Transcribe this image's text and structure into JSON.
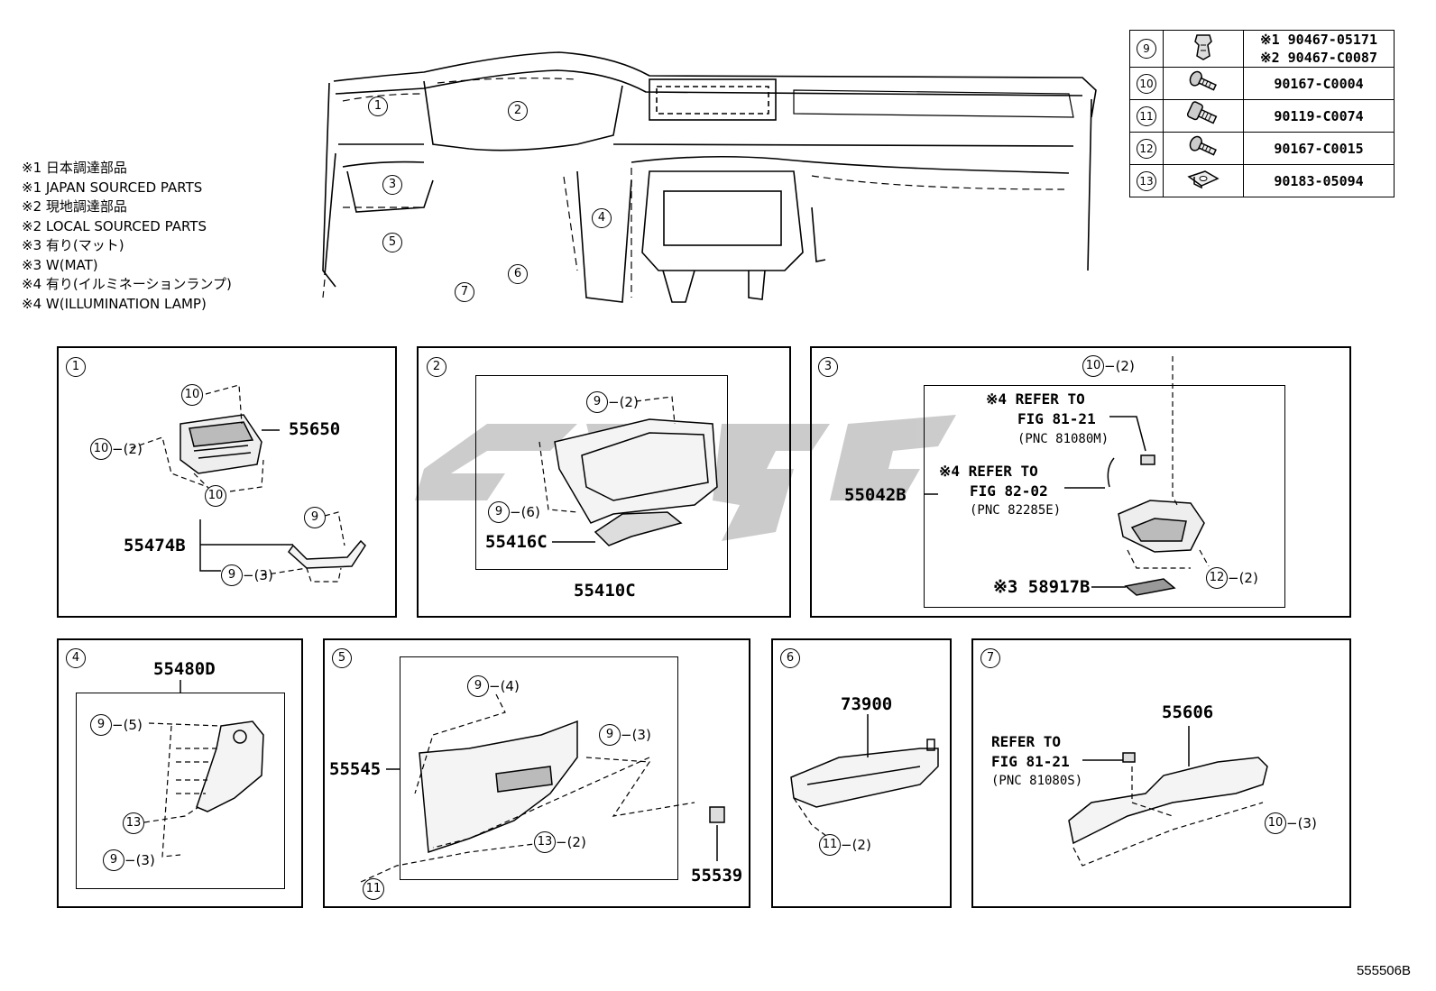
{
  "legend": [
    "※1 日本調達部品",
    "※1 JAPAN SOURCED PARTS",
    "※2 現地調達部品",
    "※2 LOCAL SOURCED PARTS",
    "※3 有り(マット)",
    "※3 W(MAT)",
    "※4 有り(イルミネーションランプ)",
    "※4 W(ILLUMINATION LAMP)"
  ],
  "fasteners": [
    {
      "num": "9",
      "icon": "clip-icon",
      "parts": [
        "※1 90467-05171",
        "※2 90467-C0087"
      ]
    },
    {
      "num": "10",
      "icon": "screw-icon",
      "parts": [
        "90167-C0004"
      ]
    },
    {
      "num": "11",
      "icon": "bolt-icon",
      "parts": [
        "90119-C0074"
      ]
    },
    {
      "num": "12",
      "icon": "screw-icon",
      "parts": [
        "90167-C0015"
      ]
    },
    {
      "num": "13",
      "icon": "nut-icon",
      "parts": [
        "90183-05094"
      ]
    }
  ],
  "overview_callouts": [
    "1",
    "2",
    "3",
    "4",
    "5",
    "6",
    "7"
  ],
  "panels": {
    "p1": {
      "num": "1",
      "part_a": "55650",
      "part_b": "55474B",
      "callouts": [
        {
          "num": "10",
          "suffix": ""
        },
        {
          "num": "10",
          "suffix": "−(2)"
        },
        {
          "num": "10",
          "suffix": ""
        },
        {
          "num": "9",
          "suffix": ""
        },
        {
          "num": "9",
          "suffix": "−(3)"
        }
      ]
    },
    "p2": {
      "num": "2",
      "part_a": "55416C",
      "part_b": "55410C",
      "callouts": [
        {
          "num": "9",
          "suffix": "−(2)"
        },
        {
          "num": "9",
          "suffix": "−(6)"
        }
      ]
    },
    "p3": {
      "num": "3",
      "part_a": "55042B",
      "part_b": "※3 58917B",
      "ref1": [
        "※4 REFER TO",
        "FIG 81-21",
        "(PNC 81080M)"
      ],
      "ref2": [
        "※4 REFER TO",
        "FIG 82-02",
        "(PNC 82285E)"
      ],
      "callouts": [
        {
          "num": "10",
          "suffix": "−(2)"
        },
        {
          "num": "12",
          "suffix": "−(2)"
        }
      ]
    },
    "p4": {
      "num": "4",
      "part_a": "55480D",
      "callouts": [
        {
          "num": "9",
          "suffix": "−(5)"
        },
        {
          "num": "13",
          "suffix": ""
        },
        {
          "num": "9",
          "suffix": "−(3)"
        }
      ]
    },
    "p5": {
      "num": "5",
      "part_a": "55545",
      "part_b": "55539",
      "callouts": [
        {
          "num": "9",
          "suffix": "−(4)"
        },
        {
          "num": "9",
          "suffix": "−(3)"
        },
        {
          "num": "13",
          "suffix": "−(2)"
        },
        {
          "num": "11",
          "suffix": ""
        }
      ]
    },
    "p6": {
      "num": "6",
      "part_a": "73900",
      "callouts": [
        {
          "num": "11",
          "suffix": "−(2)"
        }
      ]
    },
    "p7": {
      "num": "7",
      "part_a": "55606",
      "ref": [
        "REFER TO",
        "FIG 81-21",
        "(PNC 81080S)"
      ],
      "callouts": [
        {
          "num": "10",
          "suffix": "−(3)"
        }
      ]
    }
  },
  "footer_code": "555506B"
}
